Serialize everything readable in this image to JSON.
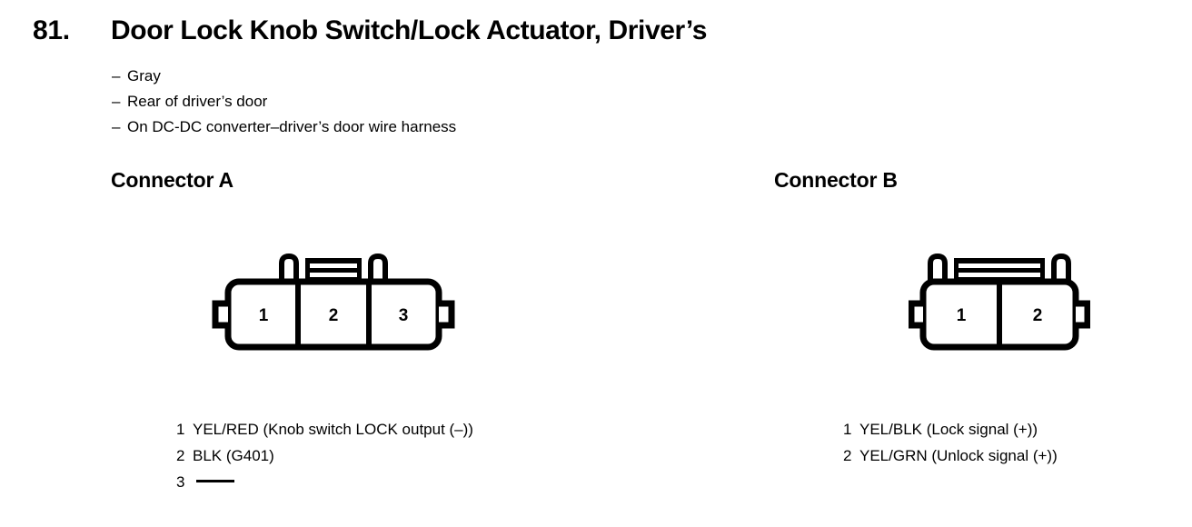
{
  "header": {
    "number": "81.",
    "title": "Door Lock Knob Switch/Lock Actuator, Driver’s"
  },
  "notes": {
    "dash": "–",
    "items": [
      "Gray",
      "Rear of driver’s door",
      "On DC-DC converter–driver’s door wire harness"
    ]
  },
  "connectors": [
    {
      "heading": "Connector A",
      "cavity_labels": [
        "1",
        "2",
        "3"
      ],
      "legend": [
        {
          "pin": "1",
          "text": "YEL/RED (Knob switch LOCK output (–))",
          "empty": false
        },
        {
          "pin": "2",
          "text": "BLK (G401)",
          "empty": false
        },
        {
          "pin": "3",
          "text": "",
          "empty": true
        }
      ]
    },
    {
      "heading": "Connector B",
      "cavity_labels": [
        "1",
        "2"
      ],
      "legend": [
        {
          "pin": "1",
          "text": "YEL/BLK (Lock signal (+))",
          "empty": false
        },
        {
          "pin": "2",
          "text": "YEL/GRN (Unlock signal (+))",
          "empty": false
        }
      ]
    }
  ],
  "colors": {
    "ink": "#000000",
    "paper": "#ffffff"
  }
}
